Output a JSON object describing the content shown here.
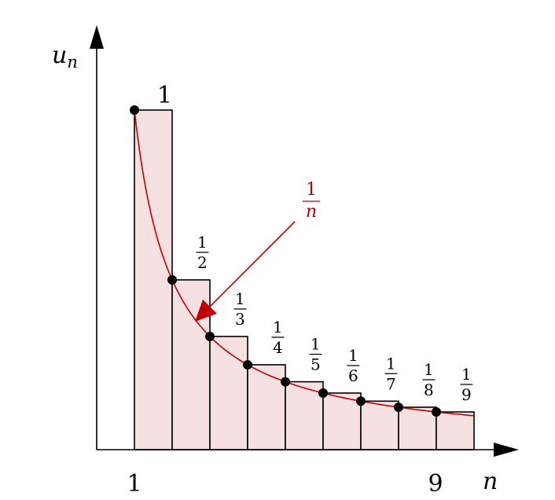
{
  "axes": {
    "y_label": "u",
    "y_label_sub": "n",
    "x_label": "n",
    "x_tick_start": "1",
    "x_tick_end": "9"
  },
  "bar_labels": [
    {
      "numerator": "1",
      "denominator": ""
    },
    {
      "numerator": "1",
      "denominator": "2"
    },
    {
      "numerator": "1",
      "denominator": "3"
    },
    {
      "numerator": "1",
      "denominator": "4"
    },
    {
      "numerator": "1",
      "denominator": "5"
    },
    {
      "numerator": "1",
      "denominator": "6"
    },
    {
      "numerator": "1",
      "denominator": "7"
    },
    {
      "numerator": "1",
      "denominator": "8"
    },
    {
      "numerator": "1",
      "denominator": "9"
    }
  ],
  "curve_label": {
    "numerator": "1",
    "denominator": "n"
  },
  "chart_data": {
    "type": "bar",
    "categories": [
      1,
      2,
      3,
      4,
      5,
      6,
      7,
      8,
      9
    ],
    "values": [
      1,
      0.5,
      0.3333,
      0.25,
      0.2,
      0.1667,
      0.1429,
      0.125,
      0.1111
    ],
    "curve": "1/n",
    "xlim": [
      0,
      10.3
    ],
    "ylim": [
      0,
      1.2
    ]
  },
  "colors": {
    "bar_fill": "#f5e1e1",
    "curve": "#c00000",
    "axis": "#000000",
    "point": "#000000"
  }
}
